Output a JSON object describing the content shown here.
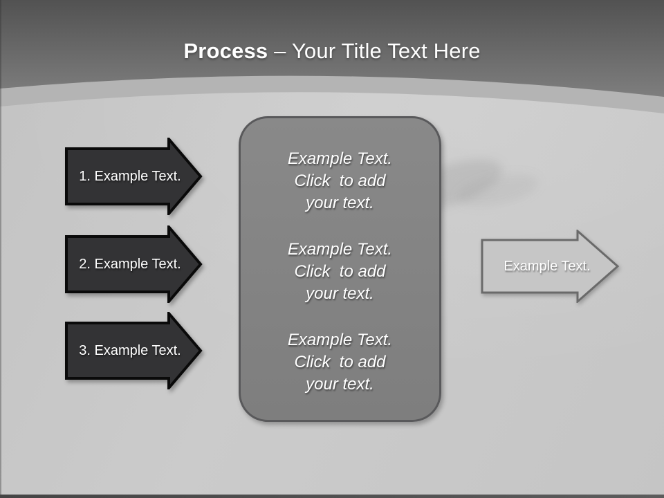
{
  "header": {
    "title_bold": "Process",
    "title_rest": " – Your Title Text Here"
  },
  "process_steps": [
    {
      "label": "1. Example Text."
    },
    {
      "label": "2. Example Text."
    },
    {
      "label": "3. Example Text."
    }
  ],
  "detail_panel": {
    "blocks": [
      {
        "line1": "Example Text.",
        "line2": "Click  to add",
        "line3": "your text."
      },
      {
        "line1": "Example Text.",
        "line2": "Click  to add",
        "line3": "your text."
      },
      {
        "line1": "Example Text.",
        "line2": "Click  to add",
        "line3": "your text."
      }
    ]
  },
  "output_arrow": {
    "label": "Example Text."
  },
  "colors": {
    "header_top": "#565656",
    "header_bottom": "#7e7e7e",
    "curve_stripe": "#b4b4b4",
    "body_background": "#c8c8c8",
    "dark_arrow_fill": "#333335",
    "dark_arrow_border": "#0a0a0a",
    "panel_fill": "#838383",
    "panel_border": "#59595b",
    "light_arrow_fill": "#c6c6c6",
    "light_arrow_border": "#6a6a6a",
    "text": "#ffffff"
  }
}
